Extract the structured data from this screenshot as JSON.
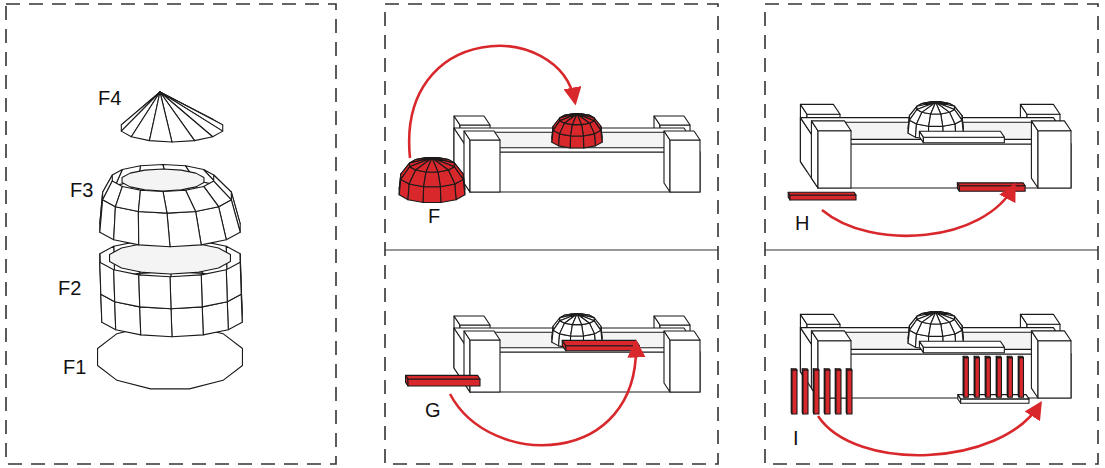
{
  "diagram": {
    "labels": [
      "F4",
      "F3",
      "F2",
      "F1",
      "F",
      "G",
      "H",
      "I"
    ]
  }
}
